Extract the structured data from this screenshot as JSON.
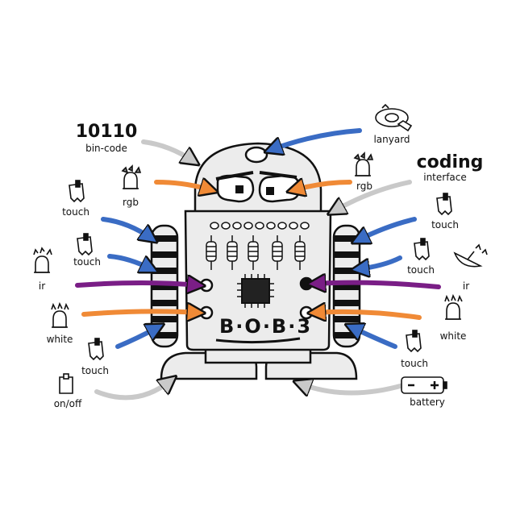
{
  "robot": {
    "name": "B·O·B·3"
  },
  "labels": {
    "bin_code_value": "10110",
    "bin_code": "bin-code",
    "lanyard": "lanyard",
    "coding": "coding",
    "interface": "interface",
    "rgb_left": "rgb",
    "rgb_right": "rgb",
    "touch_l1": "touch",
    "touch_l2": "touch",
    "touch_l3": "touch",
    "touch_r1": "touch",
    "touch_r2": "touch",
    "touch_r3": "touch",
    "ir_left": "ir",
    "ir_right": "ir",
    "white_left": "white",
    "white_right": "white",
    "on_off": "on/off",
    "battery": "battery"
  },
  "colors": {
    "blue": "#3a6cc4",
    "orange": "#f08a36",
    "purple": "#7a1e86",
    "gray": "#c9c9c9",
    "body": "#ececec",
    "outline": "#111111"
  },
  "icons": {
    "touch": "touch-pad-icon",
    "rgb": "rgb-led-icon",
    "ir": "ir-led-icon",
    "white": "white-led-icon",
    "lanyard": "lanyard-icon",
    "dish": "ir-receiver-dish-icon",
    "battery": "battery-icon",
    "switch": "on-off-switch-icon"
  }
}
